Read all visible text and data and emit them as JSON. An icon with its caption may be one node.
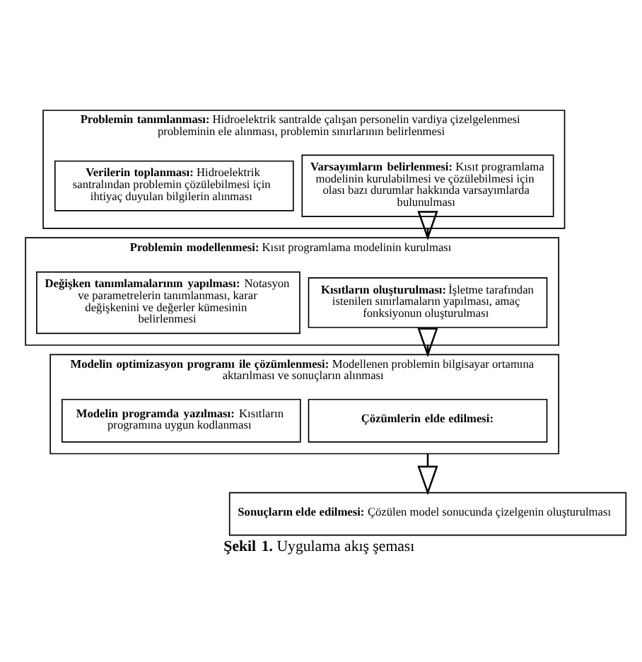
{
  "diagram": {
    "caption": "**Şekil 1.** Uygulama akış şeması",
    "nodes": [
      {
        "text": [
          "**Problemin tanımlanması:** Hidroelektrik santralde çalışan personelin vardiya çizelgelenmesi probleminin ele alınması, problemin sınırlarının belirlenmesi"
        ]
      },
      {
        "text": [
          "**Verilerin toplanması:** Hidroelektrik santralından problemin çözülebilmesi için ihtiyaç duyulan bilgilerin alınması"
        ],
        "in": 0
      },
      {
        "text": [
          "**Varsayımların belirlenmesi:** Kısıt programlama modelinin kurulabilmesi ve çözülebilmesi için olası bazı durumlar hakkında varsayımlarda bulunulması"
        ],
        "in": 0
      },
      {
        "text": [
          "**Problemin modellenmesi:** Kısıt programlama modelinin kurulması"
        ]
      },
      {
        "text": [
          "**Değişken tanımlamalarının yapılması:** Notasyon ve parametrelerin tanımlanması, karar değişkenini ve değerler kümesinin belirlenmesi"
        ],
        "in": 3
      },
      {
        "text": [
          "**Kısıtların oluşturulması:** İşletme tarafından istenilen sınırlamaların yapılması, amaç fonksiyonun oluşturulması"
        ],
        "in": 3
      },
      {
        "text": [
          "**Modelin optimizasyon programı ile çözümlenmesi:** Modellenen problemin bilgisayar ortamına aktarılması ve sonuçların alınması"
        ]
      },
      {
        "text": [
          "**Modelin programda yazılması:** Kısıtların programına uygun kodlanması"
        ],
        "in": 6
      },
      {
        "text": [
          "**Çözümlerin elde edilmesi:**"
        ],
        "in": 6
      },
      {
        "text": [
          "**Sonuçların elde edilmesi:** Çözülen model sonucunda çizelgenin oluşturulması"
        ]
      }
    ],
    "edges": [
      {
        "from": 0,
        "to": 3,
        "arrow": "to"
      },
      {
        "from": 3,
        "to": 6,
        "arrow": "to"
      },
      {
        "from": 6,
        "to": 9,
        "arrow": "to"
      }
    ]
  }
}
